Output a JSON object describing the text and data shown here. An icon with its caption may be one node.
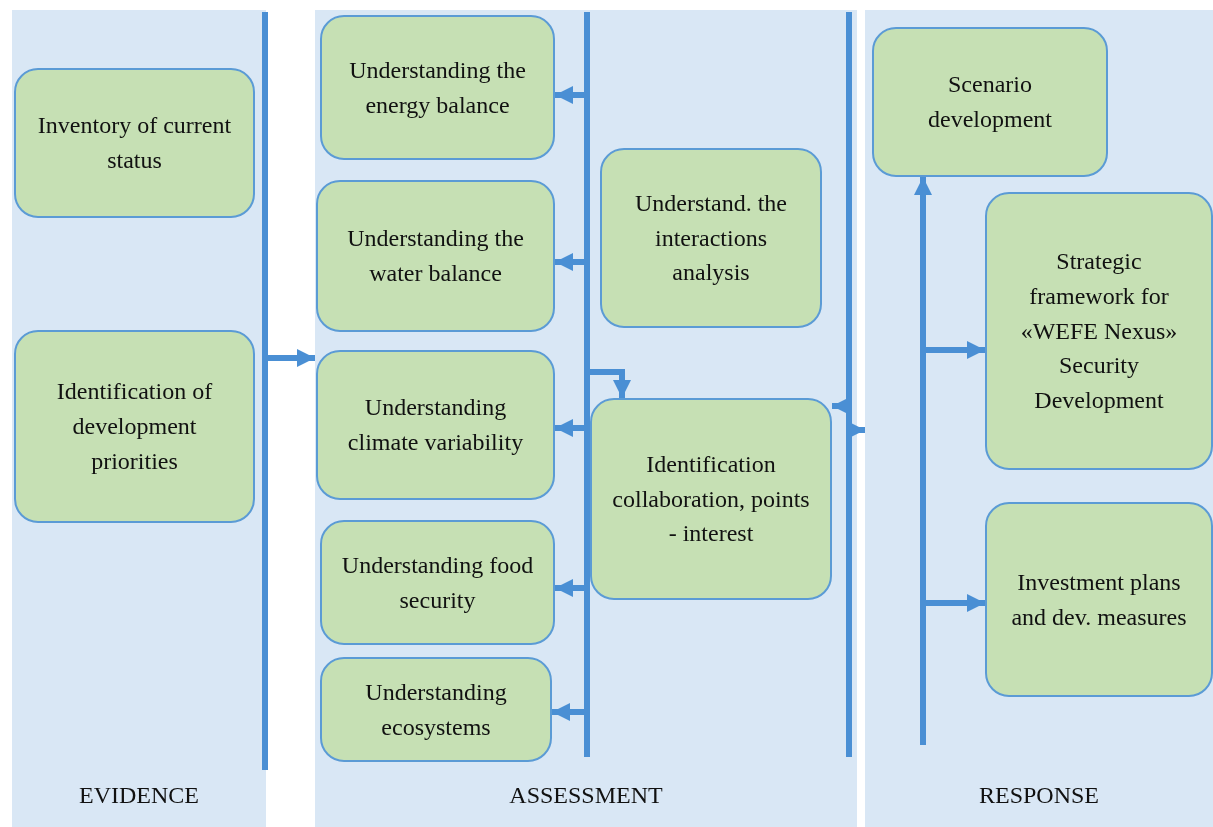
{
  "diagram": {
    "nodes": [
      {
        "text": [
          "EVIDENCE"
        ]
      },
      {
        "text": [
          "Inventory of current status"
        ],
        "in": 0
      },
      {
        "text": [
          "Identification of development priorities"
        ],
        "in": 0
      },
      {
        "text": [],
        "shape": "bar",
        "in": 0
      },
      {
        "text": [
          "ASSESSMENT"
        ]
      },
      {
        "text": [
          "Understanding the energy balance"
        ],
        "in": 4
      },
      {
        "text": [
          "Understanding the water balance"
        ],
        "in": 4
      },
      {
        "text": [
          "Understanding climate variability"
        ],
        "in": 4
      },
      {
        "text": [
          "Understanding food security"
        ],
        "in": 4
      },
      {
        "text": [
          "Understanding ecosystems"
        ],
        "in": 4
      },
      {
        "text": [],
        "shape": "bar",
        "in": 4
      },
      {
        "text": [
          "Understand. the interactions analysis"
        ],
        "in": 4
      },
      {
        "text": [
          "Identification collaboration, points - interest"
        ],
        "in": 4
      },
      {
        "text": [],
        "shape": "bar",
        "in": 4
      },
      {
        "text": [
          "RESPONSE"
        ]
      },
      {
        "text": [
          "Scenario development"
        ],
        "in": 14
      },
      {
        "text": [],
        "shape": "bar",
        "in": 14
      },
      {
        "text": [
          "Strategic framework for «WEFE Nexus» Security Development"
        ],
        "in": 14
      },
      {
        "text": [
          "Investment plans and dev. measures"
        ],
        "in": 14
      }
    ],
    "edges": [
      {
        "from": 3,
        "to": 4,
        "arrow": "to"
      },
      {
        "from": 10,
        "to": 5,
        "arrow": "to"
      },
      {
        "from": 10,
        "to": 6,
        "arrow": "to"
      },
      {
        "from": 10,
        "to": 7,
        "arrow": "to"
      },
      {
        "from": 10,
        "to": 8,
        "arrow": "to"
      },
      {
        "from": 10,
        "to": 9,
        "arrow": "to"
      },
      {
        "from": 10,
        "to": 12,
        "arrow": "to"
      },
      {
        "from": 13,
        "to": 12,
        "arrow": "to"
      },
      {
        "from": 13,
        "to": 14,
        "arrow": "to"
      },
      {
        "from": 16,
        "to": 15,
        "arrow": "to"
      },
      {
        "from": 16,
        "to": 17,
        "arrow": "to"
      },
      {
        "from": 16,
        "to": 18,
        "arrow": "to"
      }
    ]
  }
}
